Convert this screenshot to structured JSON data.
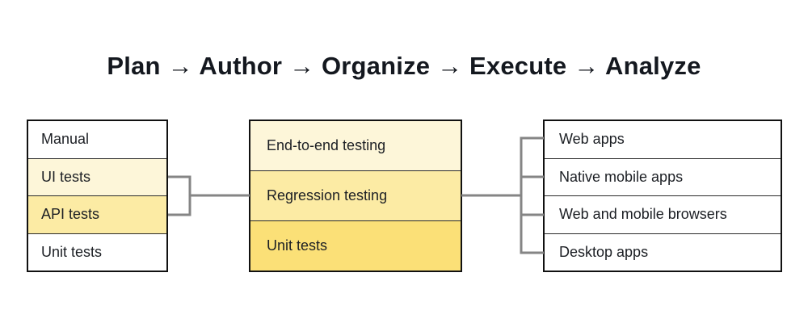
{
  "title": "Plan → Author → Organize → Execute → Analyze",
  "colors": {
    "highlight_light": "#fdf6d9",
    "highlight_medium": "#fceba4",
    "highlight_dark": "#fbe077",
    "row_white": "#ffffff",
    "connector": "#858585",
    "box_border": "#111111",
    "title_text": "#14181f"
  },
  "boxes": {
    "test_types": {
      "rows": [
        {
          "label": "Manual",
          "bg": "#ffffff"
        },
        {
          "label": "UI tests",
          "bg": "#fdf6d9"
        },
        {
          "label": "API tests",
          "bg": "#fceba4"
        },
        {
          "label": "Unit tests",
          "bg": "#ffffff"
        }
      ]
    },
    "test_levels": {
      "rows": [
        {
          "label": "End-to-end testing",
          "bg": "#fdf6d9"
        },
        {
          "label": "Regression testing",
          "bg": "#fceba4"
        },
        {
          "label": "Unit tests",
          "bg": "#fbe077"
        }
      ]
    },
    "platforms": {
      "rows": [
        {
          "label": "Web apps",
          "bg": "#ffffff"
        },
        {
          "label": "Native mobile apps",
          "bg": "#ffffff"
        },
        {
          "label": "Web and mobile browsers",
          "bg": "#ffffff"
        },
        {
          "label": "Desktop apps",
          "bg": "#ffffff"
        }
      ]
    }
  }
}
